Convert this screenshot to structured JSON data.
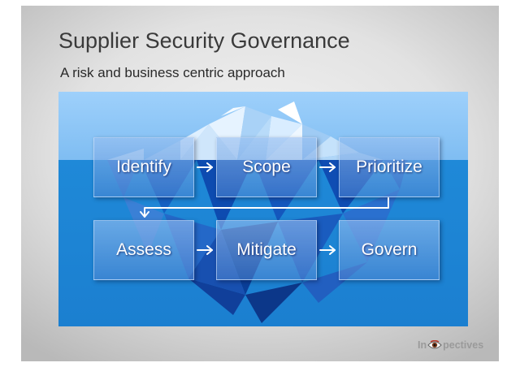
{
  "slide": {
    "title": "Supplier Security Governance",
    "subtitle": "A risk and business centric approach"
  },
  "process": {
    "steps": [
      {
        "label": "Identify"
      },
      {
        "label": "Scope"
      },
      {
        "label": "Prioritize"
      },
      {
        "label": "Assess"
      },
      {
        "label": "Mitigate"
      },
      {
        "label": "Govern"
      }
    ],
    "flow": [
      "Identify",
      "Scope",
      "Prioritize",
      "Assess",
      "Mitigate",
      "Govern"
    ]
  },
  "logo": {
    "prefix": "In",
    "suffix": "pectives",
    "icon": "eye-icon"
  },
  "colors": {
    "sky": "#8ec7f7",
    "water": "#1e86d6",
    "iceberg_dark": "#0d3f9e",
    "box_fill": "#6f9fdc"
  }
}
